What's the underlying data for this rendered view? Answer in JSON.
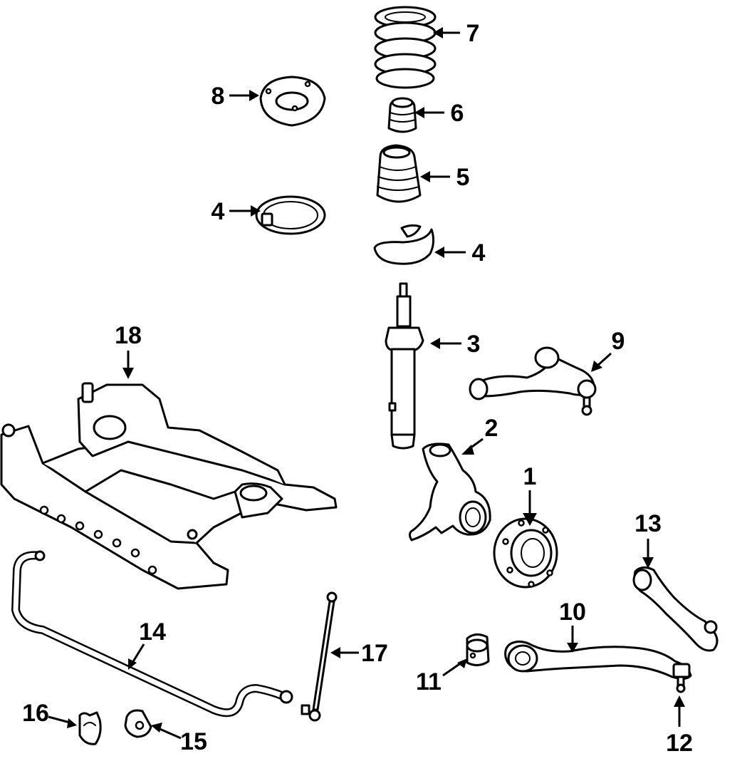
{
  "diagram": {
    "callouts": [
      {
        "id": "c1",
        "label": "1"
      },
      {
        "id": "c2",
        "label": "2"
      },
      {
        "id": "c3",
        "label": "3"
      },
      {
        "id": "c4a",
        "label": "4"
      },
      {
        "id": "c4b",
        "label": "4"
      },
      {
        "id": "c5",
        "label": "5"
      },
      {
        "id": "c6",
        "label": "6"
      },
      {
        "id": "c7",
        "label": "7"
      },
      {
        "id": "c8",
        "label": "8"
      },
      {
        "id": "c9",
        "label": "9"
      },
      {
        "id": "c10",
        "label": "10"
      },
      {
        "id": "c11",
        "label": "11"
      },
      {
        "id": "c12",
        "label": "12"
      },
      {
        "id": "c13",
        "label": "13"
      },
      {
        "id": "c14",
        "label": "14"
      },
      {
        "id": "c15",
        "label": "15"
      },
      {
        "id": "c16",
        "label": "16"
      },
      {
        "id": "c17",
        "label": "17"
      },
      {
        "id": "c18",
        "label": "18"
      }
    ]
  }
}
